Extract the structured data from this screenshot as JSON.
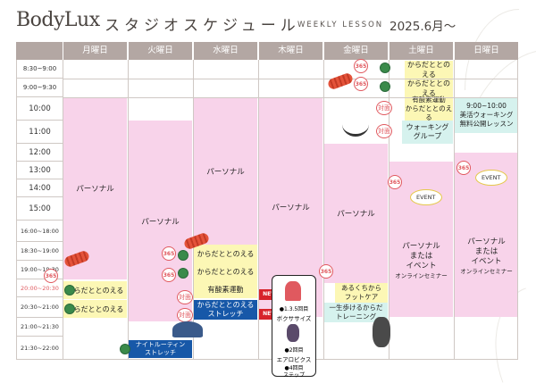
{
  "header": {
    "logo": "BodyLux",
    "title": "スタジオスケジュール",
    "subtitle": "WEEKLY LESSON",
    "date": "2025.6月〜"
  },
  "days": [
    "月曜日",
    "火曜日",
    "水曜日",
    "木曜日",
    "金曜日",
    "土曜日",
    "日曜日"
  ],
  "times": [
    "8:30~9:00",
    "9:00~9:30",
    "10:00",
    "11:00",
    "12:00",
    "13:00",
    "14:00",
    "15:00",
    "16:00~18:00",
    "18:30~19:00",
    "19:00~19:30",
    "20:00~20:30",
    "20:30~21:00",
    "21:00~21:30",
    "21:30~22:00"
  ],
  "icons": {
    "num365": "365",
    "taimen": "対面",
    "new": "NEW",
    "event": "EVENT"
  },
  "colors": {
    "pink": "#f8d3ea",
    "yellow": "#fcf7b5",
    "teal": "#d6f2ee",
    "blue": "#1758a8",
    "header": "#b3a7a3",
    "red_time": "#e0595f"
  },
  "lessons": {
    "personal": "パーソナル",
    "karada": "からだととのえる",
    "yusanso": "有酸素運動",
    "stretch": "ストレッチ",
    "night1": "ナイトルーティン",
    "night2": "ストレッチ",
    "yusanso_karada": "からだととのえる",
    "walking1": "ウォーキング",
    "walking2": "グループ",
    "bikatsu1": "9:00~10:00",
    "bikatsu2": "美活ウォーキング",
    "bikatsu3": "無料公開レッスン",
    "foot1": "あるくちから",
    "foot2": "フットケア",
    "step1": "一生歩けるからだ",
    "step2": "トレーニング",
    "box1": "●1.3.5回目",
    "box2": "ボクササイズ",
    "box3": "●2回目",
    "box4": "エアロビクス",
    "box5": "●4回目",
    "box6": "ステップ",
    "mata": "または",
    "event": "イベント",
    "online": "オンラインセミナー"
  }
}
